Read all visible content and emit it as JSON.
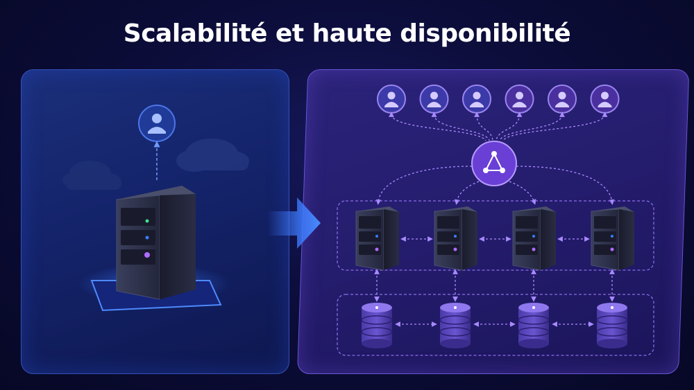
{
  "title": "Scalabilité et haute disponibilité",
  "diagram": {
    "left": {
      "user_icon": "user-icon",
      "server_icon": "server-tower-icon",
      "clouds": "cloud-icon"
    },
    "right": {
      "user_count": 6,
      "server_count": 4,
      "database_count": 4,
      "load_balancer_icon": "load-balancer-icon",
      "user_icon": "user-icon",
      "server_icon": "server-tower-icon",
      "database_icon": "database-icon"
    },
    "arrow_icon": "arrow-right-icon"
  },
  "colors": {
    "blue_accent": "#3d7bff",
    "purple_accent": "#8b6cf0",
    "title": "#ffffff"
  }
}
